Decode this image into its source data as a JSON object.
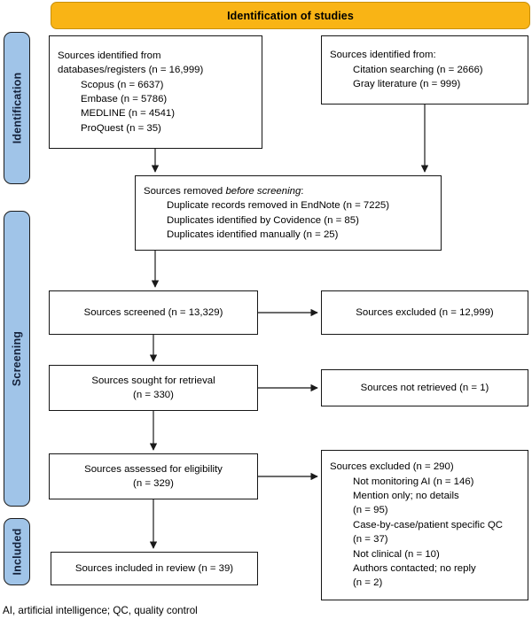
{
  "header": {
    "title": "Identification of studies",
    "fill_color": "#f9b415",
    "border_color": "#c8900c"
  },
  "stages": [
    {
      "id": "identification",
      "label": "Identification",
      "fill_color": "#a0c4e8"
    },
    {
      "id": "screening",
      "label": "Screening",
      "fill_color": "#a0c4e8"
    },
    {
      "id": "included",
      "label": "Included",
      "fill_color": "#a0c4e8"
    }
  ],
  "boxes": {
    "identified_databases": {
      "lines": [
        "Sources identified from",
        "databases/registers (n = 16,999)",
        "Scopus (n = 6637)",
        "Embase (n = 5786)",
        "MEDLINE (n = 4541)",
        "ProQuest (n = 35)"
      ]
    },
    "identified_other": {
      "lines": [
        "Sources identified from:",
        "Citation searching (n = 2666)",
        "Gray literature (n = 999)"
      ]
    },
    "removed_before_screening": {
      "title_prefix": "Sources removed ",
      "title_italic": "before screening",
      "title_suffix": ":",
      "lines": [
        "Duplicate records removed in EndNote (n = 7225)",
        "Duplicates identified by Covidence (n = 85)",
        "Duplicates identified manually (n = 25)"
      ]
    },
    "screened": {
      "lines": [
        "Sources screened (n = 13,329)"
      ]
    },
    "excluded_screening": {
      "lines": [
        "Sources excluded (n = 12,999)"
      ]
    },
    "sought_for_retrieval": {
      "lines": [
        "Sources sought for retrieval",
        "(n = 330)"
      ]
    },
    "not_retrieved": {
      "lines": [
        "Sources not retrieved (n = 1)"
      ]
    },
    "assessed_eligibility": {
      "lines": [
        "Sources assessed for eligibility",
        "(n = 329)"
      ]
    },
    "excluded_eligibility": {
      "lines": [
        "Sources excluded (n = 290)",
        "Not monitoring AI (n = 146)",
        "Mention only; no details",
        "(n = 95)",
        "Case-by-case/patient specific QC",
        "(n = 37)",
        "Not clinical (n = 10)",
        "Authors contacted; no reply",
        "(n = 2)"
      ]
    },
    "included_in_review": {
      "lines": [
        "Sources included in review (n = 39)"
      ]
    }
  },
  "footnote": "AI, artificial intelligence; QC, quality control",
  "chart_data": {
    "type": "diagram",
    "title": "Identification of studies",
    "diagram_kind": "PRISMA flow diagram",
    "stages": [
      "Identification",
      "Screening",
      "Included"
    ],
    "nodes": [
      {
        "id": "identified_databases",
        "stage": "Identification",
        "label": "Sources identified from databases/registers",
        "n": 16999,
        "breakdown": [
          {
            "label": "Scopus",
            "n": 6637
          },
          {
            "label": "Embase",
            "n": 5786
          },
          {
            "label": "MEDLINE",
            "n": 4541
          },
          {
            "label": "ProQuest",
            "n": 35
          }
        ]
      },
      {
        "id": "identified_other",
        "stage": "Identification",
        "label": "Sources identified from",
        "n": null,
        "breakdown": [
          {
            "label": "Citation searching",
            "n": 2666
          },
          {
            "label": "Gray literature",
            "n": 999
          }
        ]
      },
      {
        "id": "removed_before_screening",
        "stage": "Identification",
        "label": "Sources removed before screening",
        "n": null,
        "breakdown": [
          {
            "label": "Duplicate records removed in EndNote",
            "n": 7225
          },
          {
            "label": "Duplicates identified by Covidence",
            "n": 85
          },
          {
            "label": "Duplicates identified manually",
            "n": 25
          }
        ]
      },
      {
        "id": "screened",
        "stage": "Screening",
        "label": "Sources screened",
        "n": 13329
      },
      {
        "id": "excluded_screening",
        "stage": "Screening",
        "label": "Sources excluded",
        "n": 12999
      },
      {
        "id": "sought_for_retrieval",
        "stage": "Screening",
        "label": "Sources sought for retrieval",
        "n": 330
      },
      {
        "id": "not_retrieved",
        "stage": "Screening",
        "label": "Sources not retrieved",
        "n": 1
      },
      {
        "id": "assessed_eligibility",
        "stage": "Screening",
        "label": "Sources assessed for eligibility",
        "n": 329
      },
      {
        "id": "excluded_eligibility",
        "stage": "Screening",
        "label": "Sources excluded",
        "n": 290,
        "breakdown": [
          {
            "label": "Not monitoring AI",
            "n": 146
          },
          {
            "label": "Mention only; no details",
            "n": 95
          },
          {
            "label": "Case-by-case/patient specific QC",
            "n": 37
          },
          {
            "label": "Not clinical",
            "n": 10
          },
          {
            "label": "Authors contacted; no reply",
            "n": 2
          }
        ]
      },
      {
        "id": "included_in_review",
        "stage": "Included",
        "label": "Sources included in review",
        "n": 39
      }
    ],
    "edges": [
      {
        "from": "identified_databases",
        "to": "removed_before_screening"
      },
      {
        "from": "identified_other",
        "to": "removed_before_screening"
      },
      {
        "from": "removed_before_screening",
        "to": "screened"
      },
      {
        "from": "screened",
        "to": "excluded_screening"
      },
      {
        "from": "screened",
        "to": "sought_for_retrieval"
      },
      {
        "from": "sought_for_retrieval",
        "to": "not_retrieved"
      },
      {
        "from": "sought_for_retrieval",
        "to": "assessed_eligibility"
      },
      {
        "from": "assessed_eligibility",
        "to": "excluded_eligibility"
      },
      {
        "from": "assessed_eligibility",
        "to": "included_in_review"
      }
    ],
    "footnote": "AI, artificial intelligence; QC, quality control"
  }
}
